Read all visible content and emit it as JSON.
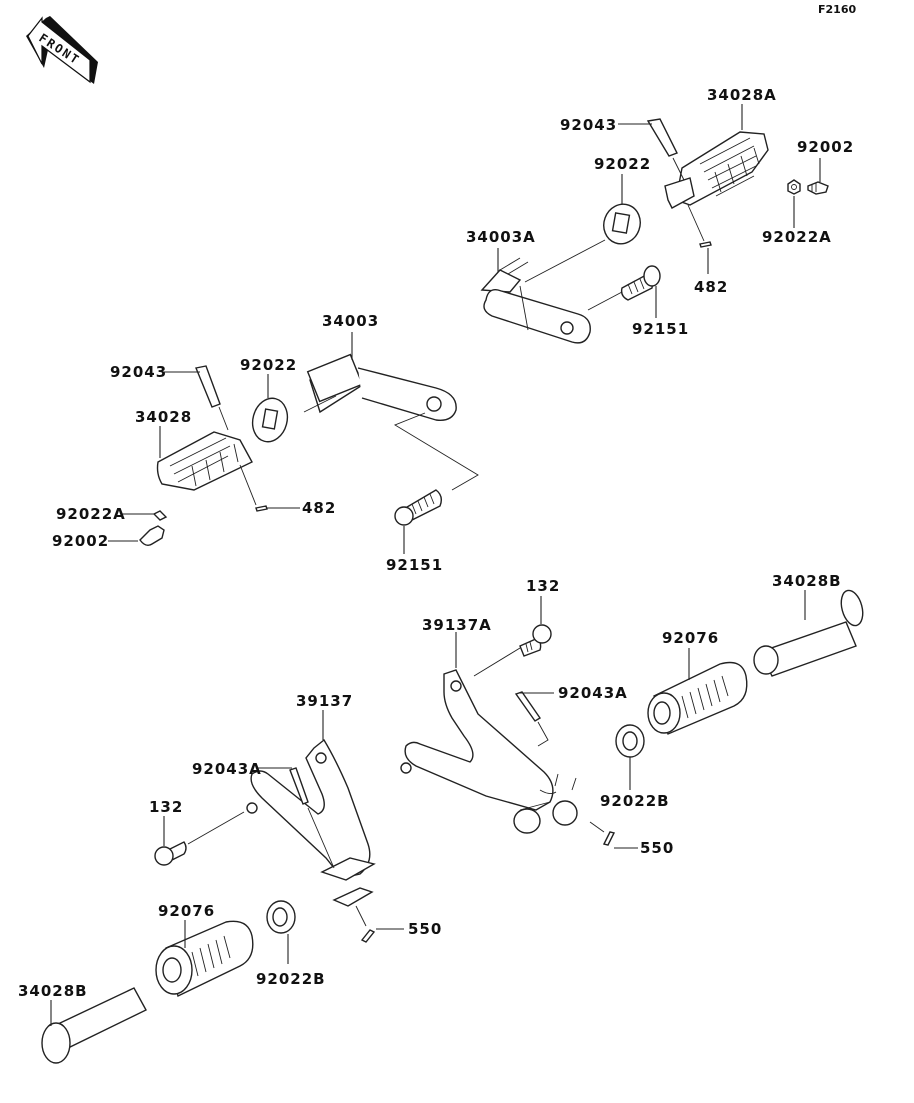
{
  "figure_id": "F2160",
  "front_indicator": {
    "label": "FRONT",
    "icon": "front-arrow-icon"
  },
  "callouts": {
    "upper_right": {
      "footpeg_rubber": "34028A",
      "pin": "92043",
      "washer": "92022",
      "washer_a": "92022A",
      "bolt_small": "92002",
      "bracket": "34003A",
      "cotter_pin": "482",
      "bolt": "92151"
    },
    "middle_left": {
      "bracket": "34003",
      "pin": "92043",
      "washer": "92022",
      "footpeg_rubber": "34028",
      "washer_a": "92022A",
      "bolt_small": "92002",
      "cotter_pin": "482",
      "bolt": "92151"
    },
    "lower_right": {
      "bolt": "132",
      "footpeg_shaft": "34028B",
      "holder": "39137A",
      "rubber": "92076",
      "pin": "92043A",
      "washer": "92022B",
      "cotter_pin": "550"
    },
    "lower_left": {
      "holder": "39137",
      "pin": "92043A",
      "bolt": "132",
      "cotter_pin": "550",
      "rubber": "92076",
      "washer": "92022B",
      "footpeg_shaft": "34028B"
    }
  }
}
